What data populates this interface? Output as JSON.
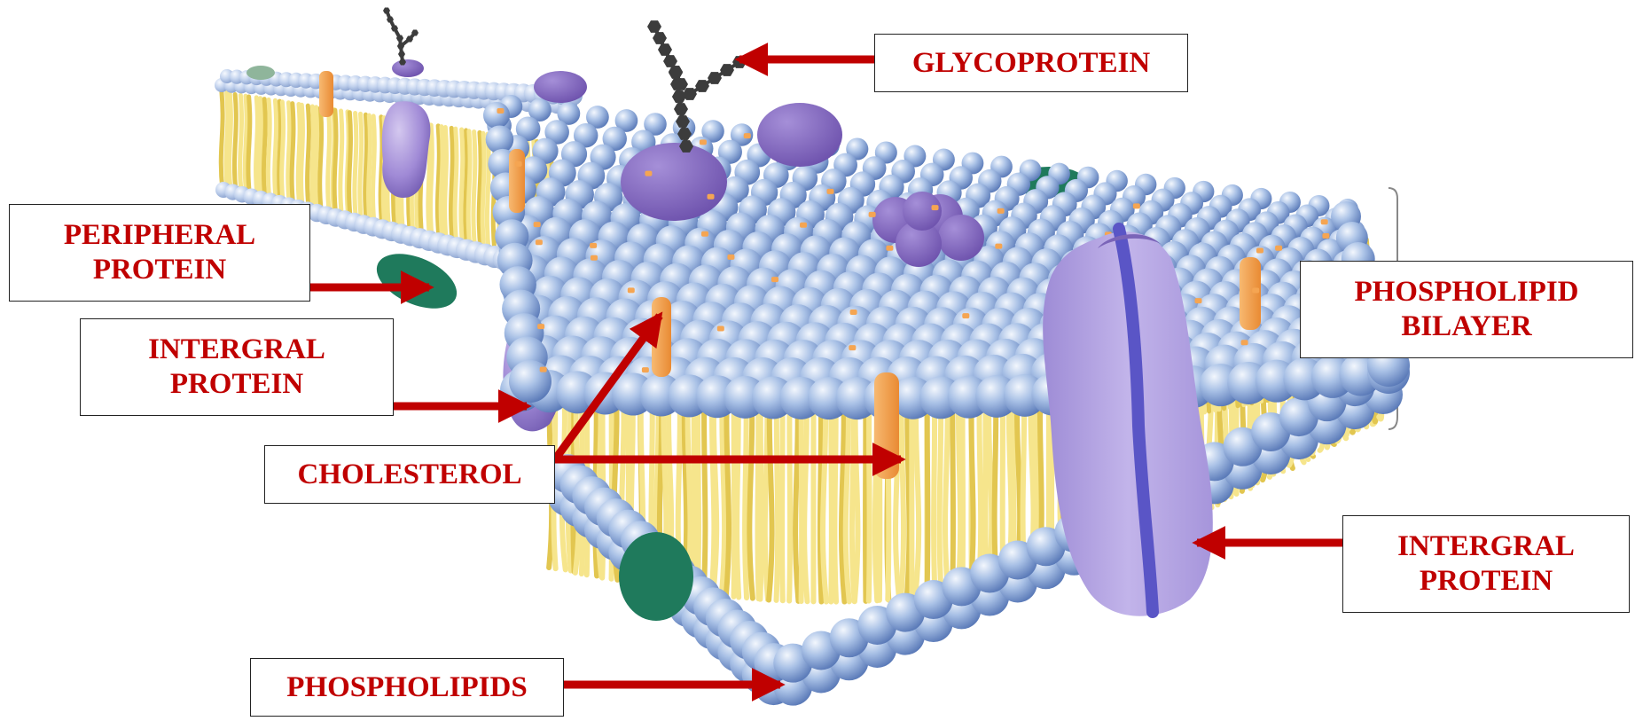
{
  "labels": {
    "glycoprotein": [
      "GLYCOPROTEIN"
    ],
    "peripheral_protein": [
      "PERIPHERAL",
      "PROTEIN"
    ],
    "integral_protein_left": [
      "INTERGRAL",
      "PROTEIN"
    ],
    "cholesterol": [
      "CHOLESTEROL"
    ],
    "phospholipid_bilayer": [
      "PHOSPHOLIPID",
      "BILAYER"
    ],
    "integral_protein_right": [
      "INTERGRAL",
      "PROTEIN"
    ],
    "phospholipids": [
      "PHOSPHOLIPIDS"
    ]
  },
  "colors": {
    "label_text": "#c00000",
    "arrow": "#c00000",
    "head_light": "#e4eefb",
    "head_mid": "#9db8e2",
    "head_dark": "#5a7fc0",
    "tail": "#f6e58c",
    "tail_dark": "#e2c650",
    "protein": "#b3a2da",
    "protein_dark": "#7a64b8",
    "channel_stripe": "#5a55c6",
    "peripheral": "#1f7a5c",
    "cholesterol": "#f5a552",
    "sugar_chain": "#3c3c3c",
    "bracket": "#888888"
  }
}
